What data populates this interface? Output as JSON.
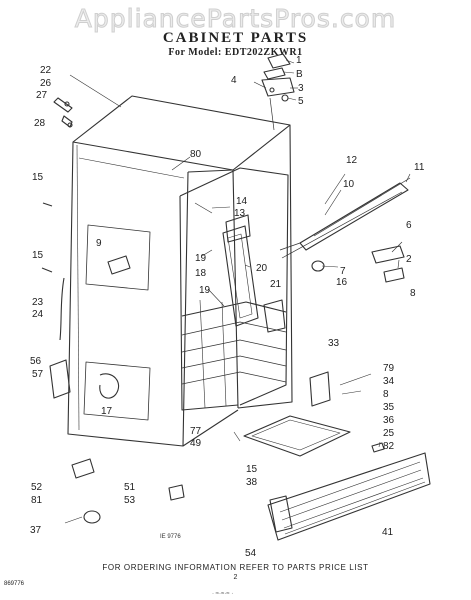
{
  "watermark": "AppliancePartsPros.com",
  "title": "CABINET PARTS",
  "subtitle": "For Model: EDT202ZKWR1",
  "part_numbers": {
    "p1": "1",
    "p2": "2",
    "p3": "3",
    "p4": "4",
    "p5": "5",
    "p6": "6",
    "p7": "7",
    "p8": "8",
    "p9": "9",
    "p10": "10",
    "p11": "11",
    "p12": "12",
    "p13": "13",
    "p14": "14",
    "p15": "15",
    "p16": "16",
    "p17": "17",
    "p18": "18",
    "p19": "19",
    "p20": "20",
    "p21": "21",
    "p22": "22",
    "p23": "23",
    "p24": "24",
    "p25": "25",
    "p26": "26",
    "p27": "27",
    "p28": "28",
    "p33": "33",
    "p34": "34",
    "p35": "35",
    "p36": "36",
    "p37": "37",
    "p38": "38",
    "p41": "41",
    "p49": "49",
    "p51": "51",
    "p52": "52",
    "p53": "53",
    "p54": "54",
    "p56": "56",
    "p57": "57",
    "p77": "77",
    "p79": "79",
    "p80": "80",
    "p81": "81",
    "p82": "82",
    "p8b": "8",
    "pb": "B"
  },
  "diagram_code": "IE 9776",
  "footer_note": "FOR ORDERING INFORMATION REFER TO PARTS PRICE LIST",
  "page_number": "2",
  "doc_code": "869776",
  "stamp": "· ≈·≈·≈ ·"
}
